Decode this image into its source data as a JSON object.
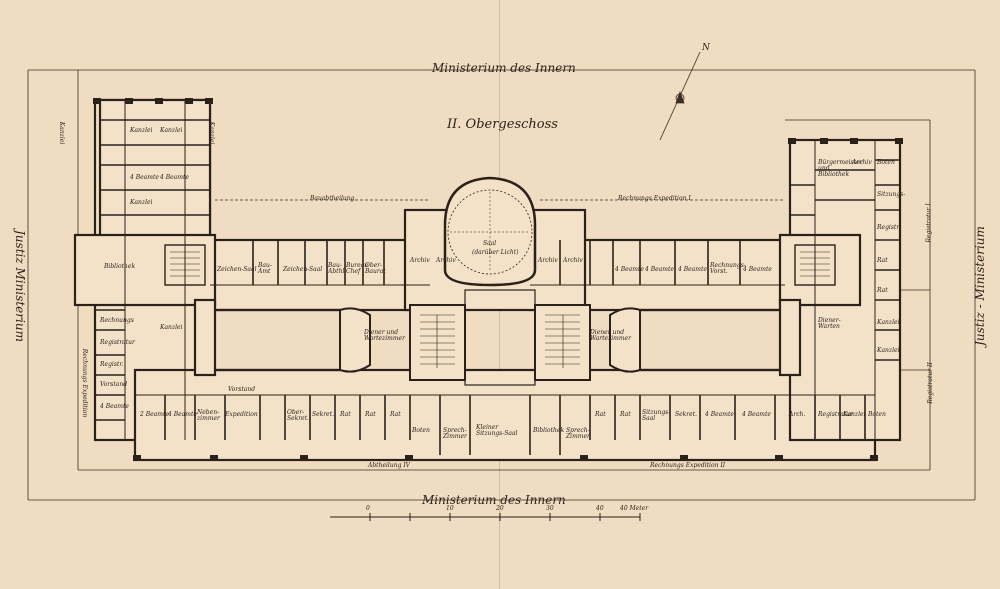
{
  "plan": {
    "title": "II. Obergeschoss",
    "surroundings": {
      "top": "Ministerium des Innern",
      "bottom": "Ministerium des Innern",
      "left": "Justiz Ministerium",
      "right": "Justiz - Ministerium"
    },
    "sections": {
      "left_wing_upper": "Kanzlei",
      "left_wing_upper_right": "Kanzlei",
      "left_wing_lower": "Rechnungs Expedition",
      "top_left": "Bauabtheilung",
      "top_right": "Rechnungs Expedition I",
      "bottom_left": "Abtheilung IV",
      "bottom_right": "Rechnungs Expedition II",
      "right_upper": "Registratur I",
      "right_lower": "Registratur II"
    },
    "rooms": {
      "saal": "Saal",
      "saal_sub": "(darüber Licht)",
      "diener_left": "Diener und Wartezimmer",
      "diener_right": "Diener und Wartezimmer",
      "kleiner_saal": "Kleiner Sitzungs-Saal",
      "sprechzimmer": "Sprech-Zimmer",
      "boten": "Boten",
      "archiv_a": "Archiv",
      "archiv_b": "Archiv",
      "archiv_c": "Archiv",
      "archiv_d": "Archiv",
      "bibliothek": "Bibliothek",
      "zeichensaal": "Zeichen-Saal",
      "bauamt": "Bau-Amt",
      "zeichen": "Zeichen-",
      "saal_b": "Saal",
      "bau_abthl": "Bau-Abthl.",
      "bureau_chef": "Bureau Chef",
      "ober_baurat": "Ober-Baurat",
      "beamte_1": "4 Beamte",
      "beamte_2": "4 Beamte",
      "beamte_3": "4 Beamte",
      "beamte_4": "4 Beamte",
      "rechnungs_vorst": "Rechnungs-Vorst.",
      "expedition": "Expedition",
      "vorstand": "Vorstand",
      "ober_sekret": "Ober-Sekret.",
      "sekret": "Sekret.",
      "rat_1": "Rat",
      "rat_2": "Rat",
      "rat_3": "Rat",
      "rat_4": "Rat",
      "rat_5": "Rat",
      "sitzungs_saal_r": "Sitzungs-Saal",
      "sekret_r": "Sekret.",
      "beamte_5": "4 Beamte",
      "beamte_6": "4 Beamte",
      "arch": "Arch.",
      "registratur_1": "Registratur",
      "kanzlei": "Kanzlei",
      "boten_r": "Boten",
      "sprechzimmer_r": "Sprech-Zimmer",
      "bibliothek_r": "Bibliothek",
      "buergermeister": "Bürgermeister und Bibliothek",
      "archiv_r": "Archiv",
      "boten_r2": "Boten",
      "sitzungs": "Sitzungs-",
      "registr": "Registr.",
      "diener_w": "Diener-Warten",
      "rat_r1": "Rat",
      "rat_r2": "Rat",
      "kanzlei_r": "Kanzlei",
      "kanzlei_r2": "Kanzlei",
      "kanzlei_l1": "Kanzlei",
      "kanzlei_l2": "Kanzlei",
      "beamte_l1": "4 Beamte",
      "beamte_l2": "4 Beamte",
      "kanzlei_l3": "Kanzlei",
      "rechnungs_l": "Rechnungs",
      "registratur_l": "Registratur",
      "registr_l": "Registr.",
      "vorstand_l": "Vorstand",
      "beamte_l3": "4 Beamte",
      "beamte_l4": "2 Beamte",
      "beamte_l5": "4 Beamte",
      "nebenzimmer": "Neben-zimmer",
      "kanzlei_l4": "Kanzlei"
    },
    "north_arrow": "N",
    "scale_label": "40 Meter",
    "scale_ticks": [
      "0",
      "10",
      "20",
      "30",
      "40"
    ]
  }
}
